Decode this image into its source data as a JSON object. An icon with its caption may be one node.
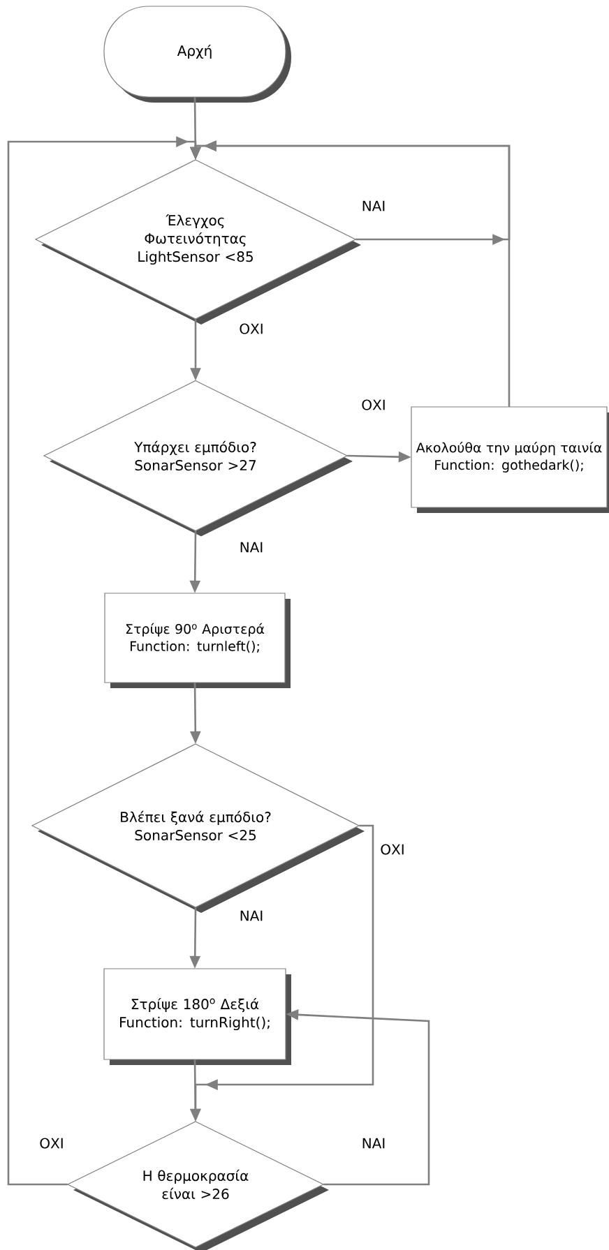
{
  "diagram": {
    "nodes": [
      {
        "text": [
          "Αρχή"
        ]
      },
      {
        "text": [
          "Έλεγχος Φωτεινότητας",
          "LightSensor <85"
        ]
      },
      {
        "text": [
          "Υπάρχει εμπόδιο?",
          "SonarSensor >27"
        ]
      },
      {
        "text": [
          "Ακολούθα την μαύρη ταινία",
          "Function: gothedark();"
        ]
      },
      {
        "text": [
          "Στρίψε 90$^{o}$ Αριστερά",
          "Function: turnleft();"
        ]
      },
      {
        "text": [
          "Βλέπει ξανά εμπόδιο?",
          "SonarSensor <25"
        ]
      },
      {
        "text": [
          "Στρίψε 180$^{o}$ Δεξιά",
          "Function: turnRight();"
        ]
      },
      {
        "text": [
          "Η θερμοκρασία είναι >26"
        ]
      }
    ],
    "edges": [
      {
        "from": 0,
        "to": 1,
        "arrow": "to"
      },
      {
        "from": 1,
        "to": 1,
        "arrow": "to",
        "label": "ΝΑΙ"
      },
      {
        "from": 3,
        "to": 1,
        "arrow": "to"
      },
      {
        "from": 1,
        "to": 2,
        "arrow": "to",
        "label": "ΟΧΙ"
      },
      {
        "from": 2,
        "to": 3,
        "arrow": "to",
        "label": "ΟΧΙ"
      },
      {
        "from": 2,
        "to": 4,
        "arrow": "to",
        "label": "ΝΑΙ"
      },
      {
        "from": 4,
        "to": 5,
        "arrow": "to"
      },
      {
        "from": 5,
        "to": 6,
        "arrow": "to",
        "label": "ΝΑΙ"
      },
      {
        "from": 5,
        "to": 7,
        "arrow": "to",
        "label": "ΟΧΙ"
      },
      {
        "from": 6,
        "to": 7,
        "arrow": "to"
      },
      {
        "from": 7,
        "to": 6,
        "arrow": "to",
        "label": "ΝΑΙ"
      },
      {
        "from": 7,
        "to": 1,
        "arrow": "to",
        "label": "ΟΧΙ"
      }
    ]
  }
}
